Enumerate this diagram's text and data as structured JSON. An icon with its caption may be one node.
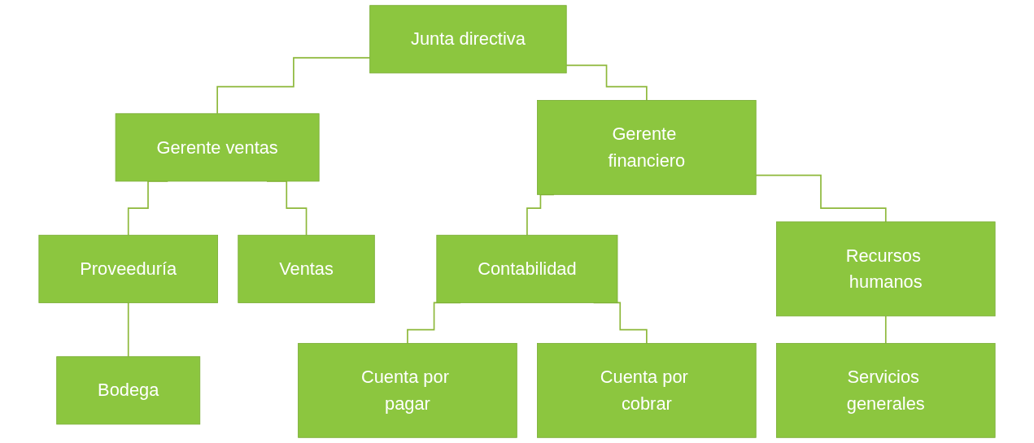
{
  "diagram": {
    "nodes": [
      {
        "text": [
          "Junta directiva"
        ]
      },
      {
        "text": [
          "Gerente ventas"
        ]
      },
      {
        "text": [
          "Gerente financiero"
        ]
      },
      {
        "text": [
          "Proveeduría"
        ]
      },
      {
        "text": [
          "Ventas"
        ]
      },
      {
        "text": [
          "Contabilidad"
        ]
      },
      {
        "text": [
          "Recursos humanos"
        ]
      },
      {
        "text": [
          "Bodega"
        ]
      },
      {
        "text": [
          "Cuenta por pagar"
        ]
      },
      {
        "text": [
          "Cuenta por cobrar"
        ]
      },
      {
        "text": [
          "Servicios generales"
        ]
      }
    ],
    "edges": [
      {
        "from": 0,
        "to": 1,
        "arrow": "none"
      },
      {
        "from": 0,
        "to": 2,
        "arrow": "none"
      },
      {
        "from": 1,
        "to": 3,
        "arrow": "none"
      },
      {
        "from": 1,
        "to": 4,
        "arrow": "none"
      },
      {
        "from": 2,
        "to": 5,
        "arrow": "none"
      },
      {
        "from": 2,
        "to": 6,
        "arrow": "none"
      },
      {
        "from": 3,
        "to": 7,
        "arrow": "none"
      },
      {
        "from": 5,
        "to": 8,
        "arrow": "none"
      },
      {
        "from": 5,
        "to": 9,
        "arrow": "none"
      },
      {
        "from": 6,
        "to": 10,
        "arrow": "none"
      }
    ]
  }
}
